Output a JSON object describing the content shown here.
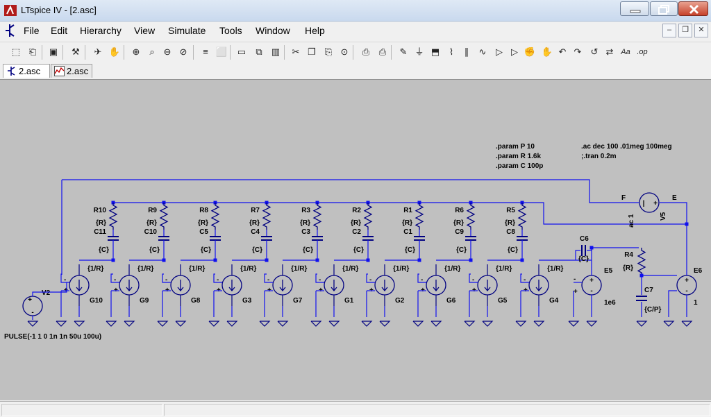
{
  "window": {
    "title": "LTspice IV - [2.asc]",
    "min_symbol": "—",
    "max_symbol": "❐",
    "close_symbol": "✕"
  },
  "menu": {
    "items": [
      "File",
      "Edit",
      "Hierarchy",
      "View",
      "Simulate",
      "Tools",
      "Window",
      "Help"
    ],
    "mdi_min": "–",
    "mdi_restore": "❐",
    "mdi_close": "✕"
  },
  "toolbar": {
    "icons": [
      "new-schematic-icon",
      "open-icon",
      "save-icon",
      "control-panel-icon",
      "run-icon",
      "halt-icon",
      "zoom-in-icon",
      "zoom-pan-icon",
      "zoom-out-icon",
      "zoom-cancel-icon",
      "autorange-icon",
      "zoom-extents-icon",
      "tile-horizontal-icon",
      "cascade-icon",
      "tile-vertical-icon",
      "cut-icon",
      "copy-icon",
      "paste-icon",
      "find-icon",
      "print-setup-icon",
      "print-icon",
      "draw-wire-icon",
      "ground-icon",
      "label-net-icon",
      "resistor-icon",
      "capacitor-icon",
      "inductor-icon",
      "diode-icon",
      "component-icon",
      "move-icon",
      "drag-icon",
      "undo-icon",
      "redo-icon",
      "rotate-icon",
      "mirror-icon",
      "text-icon",
      "spice-directive-icon"
    ],
    "glyphs": [
      "⬚",
      "⎗",
      "▣",
      "⚒",
      "✈",
      "✋",
      "⊕",
      "⌕",
      "⊖",
      "⊘",
      "≡",
      "⬜",
      "▭",
      "⧉",
      "▥",
      "✂",
      "❐",
      "⎘",
      "⊙",
      "⎙",
      "⎙",
      "✎",
      "⏚",
      "⬒",
      "⌇",
      "∥",
      "∿",
      "▷",
      "▷",
      "✊",
      "✋",
      "↶",
      "↷",
      "↺",
      "⇄",
      "Aa",
      ".op"
    ]
  },
  "tabs": [
    {
      "label": "2.asc",
      "icon": "schematic-icon"
    },
    {
      "label": "2.asc",
      "icon": "waveform-icon"
    }
  ],
  "colors": {
    "canvas": "#c0c0c0",
    "wire": "#1010ee",
    "component": "#000080",
    "junction": "#1010ee"
  },
  "schematic": {
    "directives": [
      ".param P 10",
      ".param R 1.6k",
      ".param C 100p",
      ".ac dec 100 .01meg 100meg",
      ";.tran 0.2m"
    ],
    "resistors": [
      {
        "name": "R10",
        "value": "{R}"
      },
      {
        "name": "R9",
        "value": "{R}"
      },
      {
        "name": "R8",
        "value": "{R}"
      },
      {
        "name": "R7",
        "value": "{R}"
      },
      {
        "name": "R3",
        "value": "{R}"
      },
      {
        "name": "R2",
        "value": "{R}"
      },
      {
        "name": "R1",
        "value": "{R}"
      },
      {
        "name": "R6",
        "value": "{R}"
      },
      {
        "name": "R5",
        "value": "{R}"
      },
      {
        "name": "R4",
        "value": "{R}"
      }
    ],
    "capacitors": [
      {
        "name": "C11",
        "value": "{C}"
      },
      {
        "name": "C10",
        "value": "{C}"
      },
      {
        "name": "C5",
        "value": "{C}"
      },
      {
        "name": "C4",
        "value": "{C}"
      },
      {
        "name": "C3",
        "value": "{C}"
      },
      {
        "name": "C2",
        "value": "{C}"
      },
      {
        "name": "C1",
        "value": "{C}"
      },
      {
        "name": "C9",
        "value": "{C}"
      },
      {
        "name": "C8",
        "value": "{C}"
      },
      {
        "name": "C6",
        "value": "{C}"
      },
      {
        "name": "C7",
        "value": "{C/P}"
      }
    ],
    "sources": [
      {
        "name": "G10",
        "value": "{1/R}"
      },
      {
        "name": "G9",
        "value": "{1/R}"
      },
      {
        "name": "G8",
        "value": "{1/R}"
      },
      {
        "name": "G3",
        "value": "{1/R}"
      },
      {
        "name": "G7",
        "value": "{1/R}"
      },
      {
        "name": "G1",
        "value": "{1/R}"
      },
      {
        "name": "G2",
        "value": "{1/R}"
      },
      {
        "name": "G6",
        "value": "{1/R}"
      },
      {
        "name": "G5",
        "value": "{1/R}"
      },
      {
        "name": "G4",
        "value": "{1/R}"
      }
    ],
    "e5": {
      "name": "E5",
      "gain": "1e6"
    },
    "e6": {
      "name": "E6",
      "gain": "1"
    },
    "v2": {
      "name": "V2",
      "value": "PULSE(-1 1 0 1n 1n 50u 100u)"
    },
    "v5": {
      "name": "V5",
      "value": "ac 1",
      "left_label": "F",
      "right_label": "E"
    }
  }
}
